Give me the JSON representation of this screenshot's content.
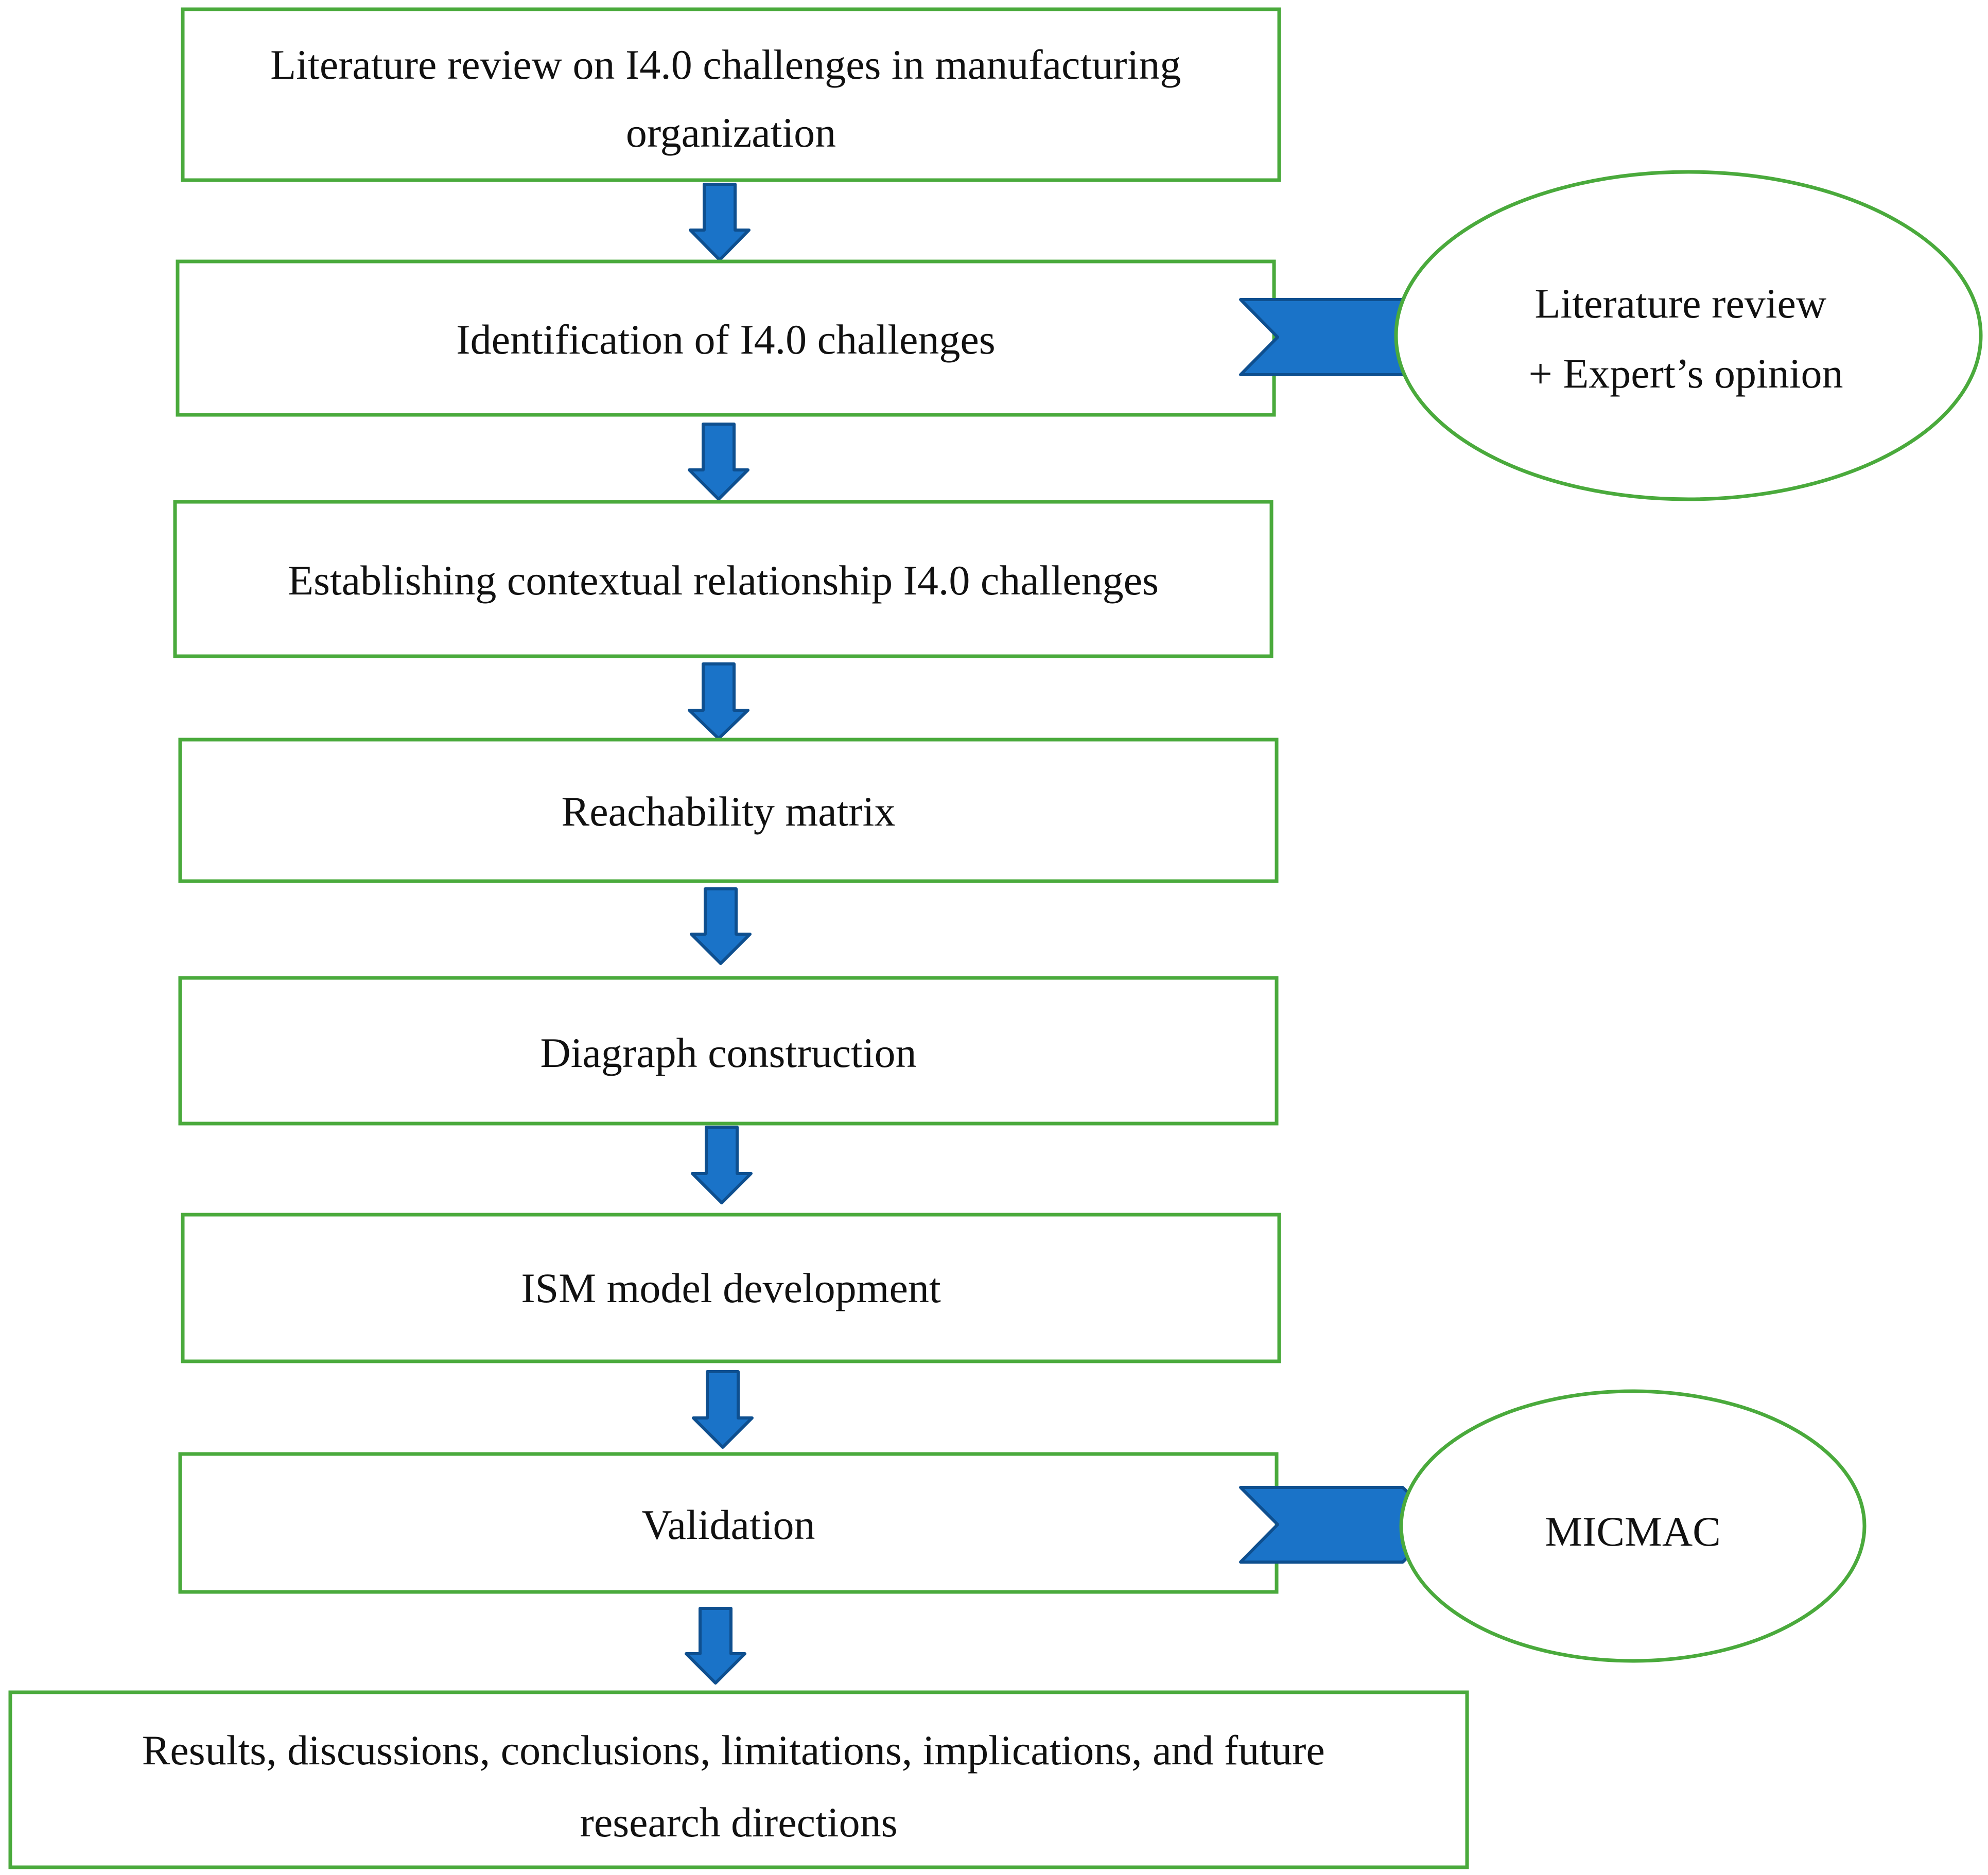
{
  "diagram": {
    "steps": [
      {
        "lines": [
          "Literature review on I4.0 challenges in manufacturing",
          "organization"
        ]
      },
      {
        "lines": [
          "Identification of I4.0 challenges"
        ]
      },
      {
        "lines": [
          "Establishing contextual relationship I4.0 challenges"
        ]
      },
      {
        "lines": [
          "Reachability matrix"
        ]
      },
      {
        "lines": [
          "Diagraph construction"
        ]
      },
      {
        "lines": [
          "ISM model development"
        ]
      },
      {
        "lines": [
          "Validation"
        ]
      },
      {
        "lines": [
          "Results, discussions, conclusions, limitations, implications, and future",
          "research directions"
        ]
      }
    ],
    "side_inputs": [
      {
        "attached_to_step": 2,
        "lines": [
          "Literature review",
          "+ Expert’s opinion"
        ]
      },
      {
        "attached_to_step": 7,
        "lines": [
          "MICMAC"
        ]
      }
    ]
  },
  "colors": {
    "box_border": "#4aaa3c",
    "arrow_fill": "#1a73c8",
    "arrow_stroke": "#0e4f8f",
    "text": "#111111",
    "background": "#ffffff"
  }
}
